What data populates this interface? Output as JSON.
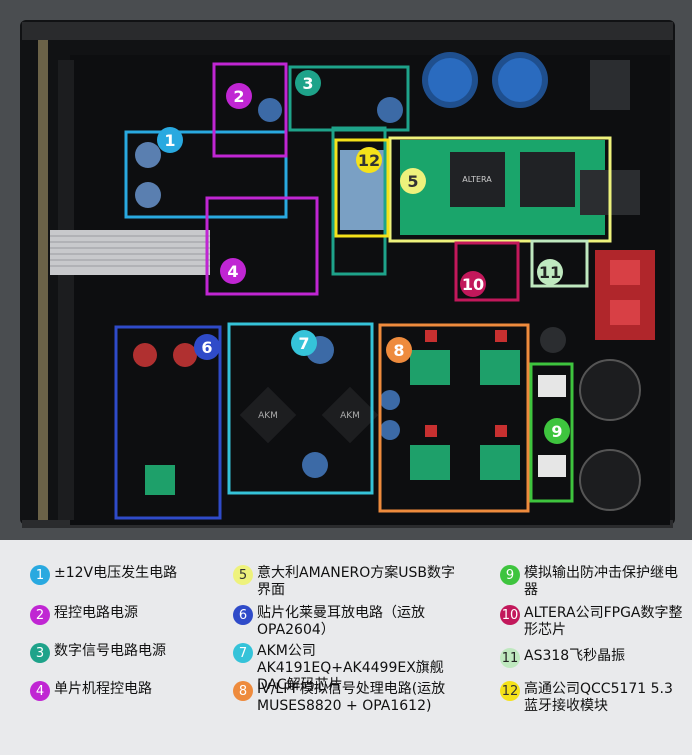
{
  "colors": {
    "c1": "#29a9e0",
    "c2": "#c026d3",
    "c3": "#1ea38a",
    "c4": "#c026d3",
    "c5": "#eef27c",
    "c6": "#2f4bc9",
    "c7": "#35c3d9",
    "c8": "#ee8b3d",
    "c9": "#3ec43e",
    "c10": "#c2185b",
    "c11": "#bfe8bf",
    "c12": "#f5e21a"
  },
  "photo": {
    "markers": [
      "1",
      "2",
      "3",
      "4",
      "5",
      "6",
      "7",
      "8",
      "9",
      "10",
      "11",
      "12"
    ],
    "chip_labels": {
      "board_chip": "ALTERA",
      "dac_left": "AKM",
      "dac_right": "AKM"
    }
  },
  "legend": [
    {
      "num": "1",
      "text": "±12V电压发生电路"
    },
    {
      "num": "2",
      "text": "程控电路电源"
    },
    {
      "num": "3",
      "text": "数字信号电路电源"
    },
    {
      "num": "4",
      "text": "单片机程控电路"
    },
    {
      "num": "5",
      "text": "意大利AMANERO方案USB数字界面"
    },
    {
      "num": "6",
      "text": "贴片化莱曼耳放电路（运放OPA2604）"
    },
    {
      "num": "7",
      "text": "AKM公司AK4191EQ+AK4499EX旗舰DAC解码芯片"
    },
    {
      "num": "8",
      "text": "IV/LPF模拟信号处理电路(运放MUSES8820 + OPA1612)"
    },
    {
      "num": "9",
      "text": "模拟输出防冲击保护继电器"
    },
    {
      "num": "10",
      "text": "ALTERA公司FPGA数字整形芯片"
    },
    {
      "num": "11",
      "text": "AS318飞秒晶振"
    },
    {
      "num": "12",
      "text": "高通公司QCC5171 5.3蓝牙接收模块"
    }
  ]
}
